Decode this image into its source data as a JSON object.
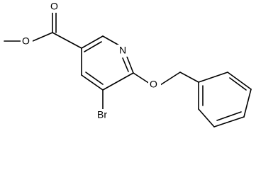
{
  "molecule": {
    "atoms": {
      "o_methoxy": "O",
      "o_carbonyl": "O",
      "n_ring": "N",
      "br": "Br",
      "o_ether": "O"
    }
  },
  "colors": {
    "bond": "#000000",
    "label": "#000000",
    "background": "#ffffff"
  }
}
